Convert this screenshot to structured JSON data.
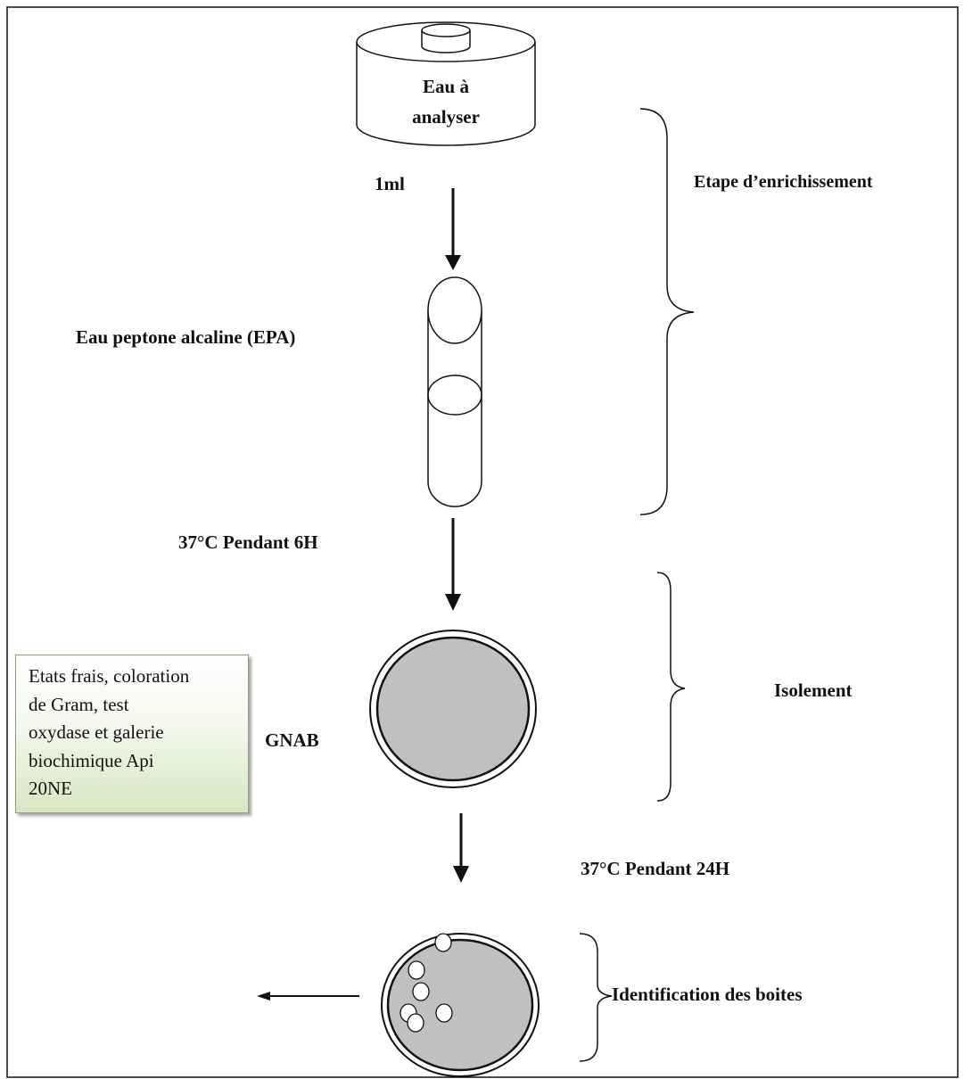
{
  "labels": {
    "sample": "Eau à\nanalyser",
    "volume": "1ml",
    "enrichment_medium": "Eau peptone alcaline (EPA)",
    "incubation_1": "37°C Pendant 6H",
    "isolation_medium": "GNAB",
    "incubation_2": "37°C Pendant 24H"
  },
  "stages": {
    "enrichment": "Etape  d’enrichissement",
    "isolation": "Isolement",
    "identification": "Identification des boites"
  },
  "result_box": {
    "text": "Etats frais, coloration\nde Gram,  test\noxydase et galerie\nbiochimique Api\n20NE"
  },
  "colors": {
    "stroke": "#111111",
    "plate_fill": "#c0c0c0",
    "box_border": "#8aa377",
    "box_gradient_end": "#d8e6c2"
  }
}
